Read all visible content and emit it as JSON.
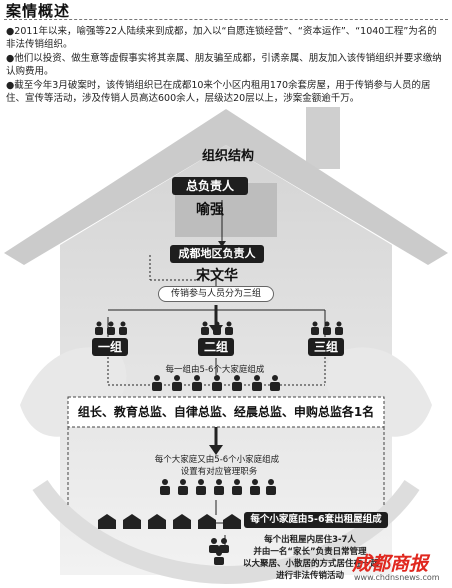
{
  "header": {
    "title": "案情概述",
    "paragraphs": [
      "●2011年以来，喻强等22人陆续来到成都，加入以“自愿连锁经营”、“资本运作”、“1040工程”为名的非法传销组织。",
      "●他们以投资、做生意等虚假事实将其亲属、朋友骗至成都，引诱亲属、朋友加入该传销组织并要求缴纳认购费用。",
      "●截至今年3月破案时，该传销组织已在成都10来个小区内租用170余套房屋，用于传销参与人员的居住、宣传等活动，涉及传销人员高达600余人，层级达20层以上，涉案金额逾千万。"
    ]
  },
  "chart": {
    "title": "组织结构",
    "chief_label": "总负责人",
    "chief_name": "喻强",
    "region_label": "成都地区负责人",
    "region_name": "宋文华",
    "split_note": "传销参与人员分为三组",
    "groups": [
      "一组",
      "二组",
      "三组"
    ],
    "group_note": "每一组由5-6个大家庭组成",
    "roles": "组长、教育总监、自律总监、经晨总监、申购总监各1名",
    "family_note": "每个大家庭又由5-6个小家庭组成",
    "duty_note": "设置有对应管理职务",
    "house_note": "每个小家庭由5-6套出租屋组成",
    "room_note_lines": [
      "每个出租屋内居住3-7人",
      "并由一名“家长”负责日常管理",
      "以大聚居、小散居的方式居住在一起",
      "进行非法传销活动"
    ]
  },
  "watermark": {
    "logo_text": "成都商报",
    "url": "www.chdnsnews.com"
  },
  "colors": {
    "pill_bg": "#1e1e1e",
    "house_fill": "#d9d9d9",
    "logo_red": "#e0281f"
  }
}
